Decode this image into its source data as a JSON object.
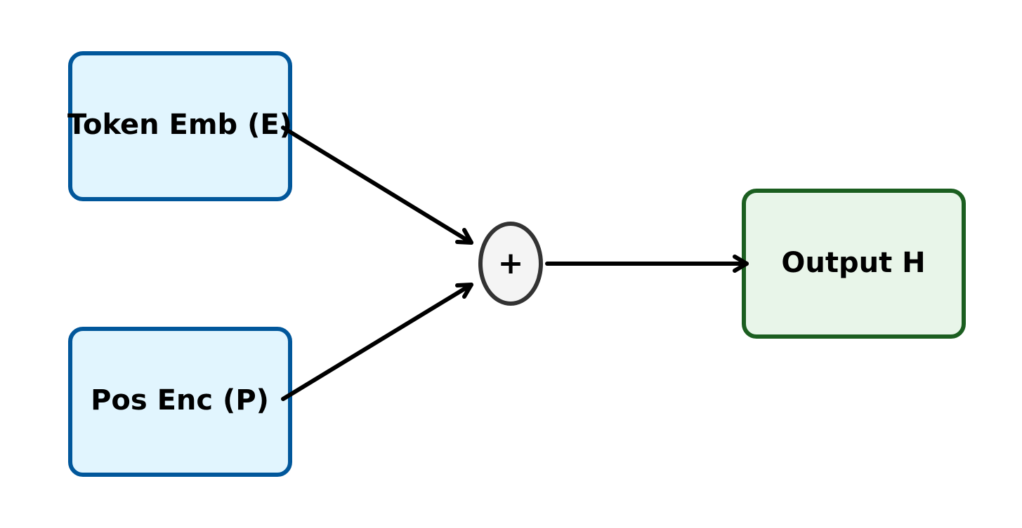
{
  "nodes": {
    "token_embedding": {
      "label": "Token Emb (E)",
      "fill": "#e1f5fe",
      "stroke": "#01579b"
    },
    "positional_encoding": {
      "label": "Pos Enc (P)",
      "fill": "#e1f5fe",
      "stroke": "#01579b"
    },
    "add_operator": {
      "label": "+",
      "fill": "#f4f4f4",
      "stroke": "#333333"
    },
    "output": {
      "label": "Output H",
      "fill": "#e8f5e9",
      "stroke": "#1b5e20"
    }
  },
  "edges": [
    {
      "from": "token_embedding",
      "to": "add_operator"
    },
    {
      "from": "positional_encoding",
      "to": "add_operator"
    },
    {
      "from": "add_operator",
      "to": "output"
    }
  ],
  "colors": {
    "arrow": "#000000",
    "background": "#ffffff"
  }
}
